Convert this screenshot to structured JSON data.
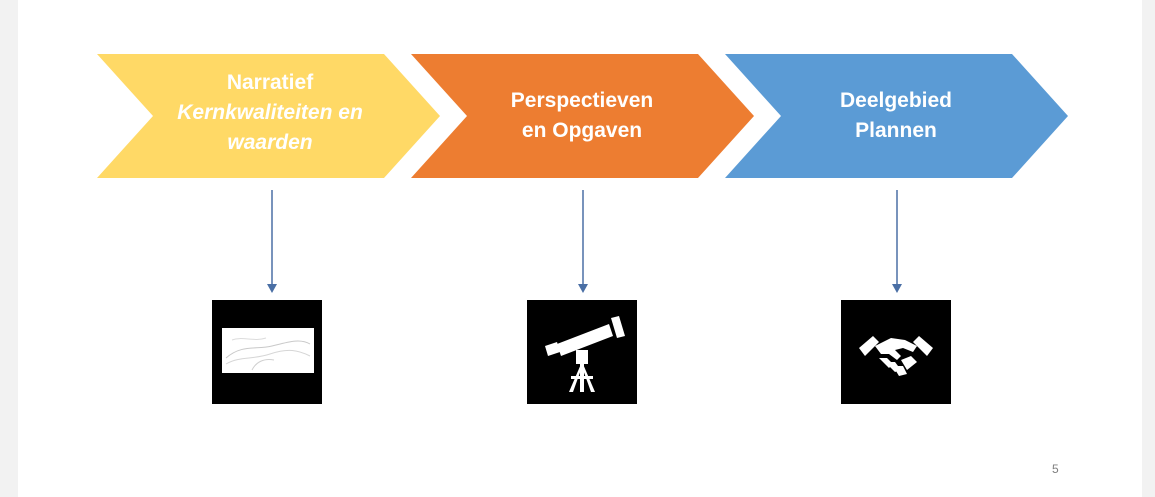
{
  "steps": [
    {
      "lines": [
        "Narratief",
        "Kernkwaliteiten en",
        "waarden"
      ],
      "color": "#ffd966",
      "icon": "landscape-sketch-icon"
    },
    {
      "lines": [
        "Perspectieven",
        "en Opgaven"
      ],
      "color": "#ed7d31",
      "icon": "telescope-icon"
    },
    {
      "lines": [
        "Deelgebied",
        "Plannen"
      ],
      "color": "#5b9bd5",
      "icon": "handshake-icon"
    }
  ],
  "arrow_color": "#4a6fa5",
  "page_number": "5"
}
